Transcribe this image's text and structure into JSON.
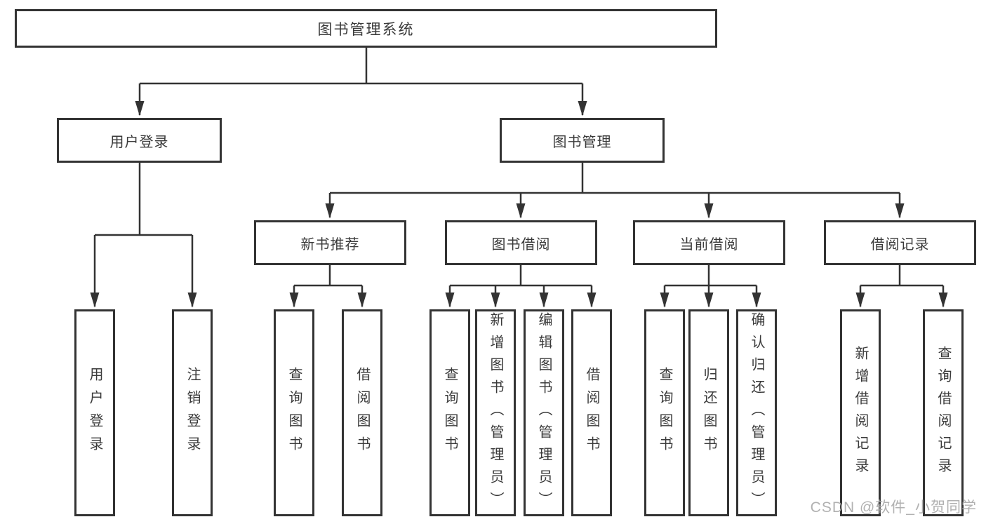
{
  "colors": {
    "line": "#333333",
    "text": "#3a3a3a",
    "watermark": "#a9a9a9",
    "background": "#ffffff"
  },
  "tree": {
    "root": {
      "label": "图书管理系统",
      "children": [
        {
          "label": "用户登录",
          "children": [
            {
              "label": "用户登录"
            },
            {
              "label": "注销登录"
            }
          ]
        },
        {
          "label": "图书管理",
          "children": [
            {
              "label": "新书推荐",
              "children": [
                {
                  "label": "查询图书"
                },
                {
                  "label": "借阅图书"
                }
              ]
            },
            {
              "label": "图书借阅",
              "children": [
                {
                  "label": "查询图书"
                },
                {
                  "label": "新增图书（管理员）"
                },
                {
                  "label": "编辑图书（管理员）"
                },
                {
                  "label": "借阅图书"
                }
              ]
            },
            {
              "label": "当前借阅",
              "children": [
                {
                  "label": "查询图书"
                },
                {
                  "label": "归还图书"
                },
                {
                  "label": "确认归还（管理员）"
                }
              ]
            },
            {
              "label": "借阅记录",
              "children": [
                {
                  "label": "新增借阅记录"
                },
                {
                  "label": "查询借阅记录"
                }
              ]
            }
          ]
        }
      ]
    }
  },
  "watermark": {
    "text": "CSDN @软件_小贺同学"
  }
}
